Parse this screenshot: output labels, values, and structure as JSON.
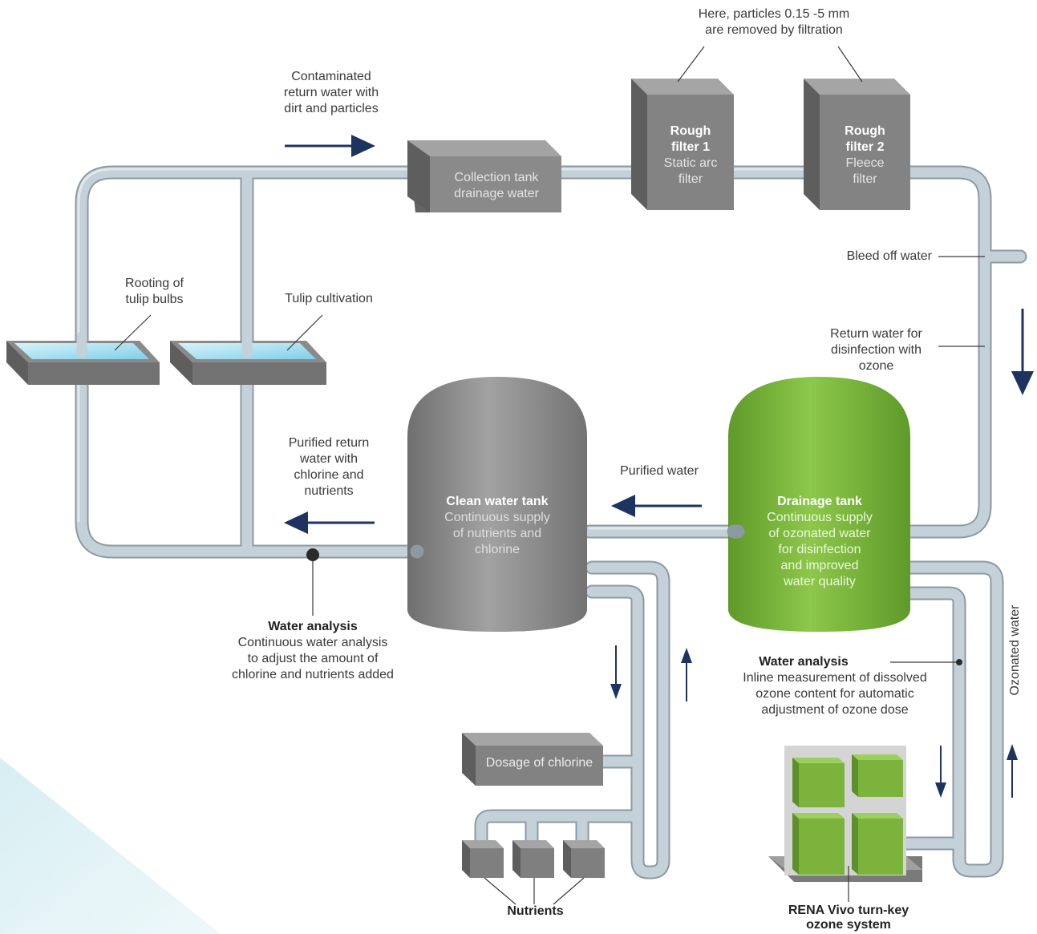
{
  "labels": {
    "contaminated": [
      "Contaminated",
      "return water with",
      "dirt and particles"
    ],
    "filtration_note": [
      "Here, particles 0.15 -5 mm",
      "are removed by filtration"
    ],
    "collection_tank": [
      "Collection tank",
      "drainage water"
    ],
    "rough_filter_1": {
      "title": [
        "Rough",
        "filter 1"
      ],
      "desc": [
        "Static arc",
        "filter"
      ]
    },
    "rough_filter_2": {
      "title": [
        "Rough",
        "filter 2"
      ],
      "desc": [
        "Fleece",
        "filter"
      ]
    },
    "bleed_off": "Bleed off water",
    "return_water": [
      "Return water for",
      "disinfection with",
      "ozone"
    ],
    "rooting": [
      "Rooting of",
      "tulip bulbs"
    ],
    "tulip_cultivation": "Tulip cultivation",
    "purified_return": [
      "Purified return",
      "water with",
      "chlorine and",
      "nutrients"
    ],
    "purified_water": "Purified water",
    "clean_tank": {
      "title": "Clean water tank",
      "desc": [
        "Continuous supply",
        "of nutrients and",
        "chlorine"
      ]
    },
    "drainage_tank": {
      "title": "Drainage tank",
      "desc": [
        "Continuous supply",
        "of ozonated water",
        "for disinfection",
        "and improved",
        "water quality"
      ]
    },
    "water_analysis_left": {
      "title": "Water analysis",
      "desc": [
        "Continuous water analysis",
        "to adjust the amount of",
        "chlorine and nutrients added"
      ]
    },
    "water_analysis_right": {
      "title": "Water analysis",
      "desc": [
        "Inline measurement of dissolved",
        "ozone content for automatic",
        "adjustment of ozone dose"
      ]
    },
    "ozonated_water": "Ozonated water",
    "dosage_chlorine": "Dosage of chlorine",
    "nutrients": "Nutrients",
    "rena": [
      "RENA Vivo turn-key",
      "ozone system"
    ]
  },
  "colors": {
    "pipe": "#c2cfd6",
    "pipe_outline": "#8a9aa3",
    "arrow": "#1d3461",
    "box_front": "#7d7d7d",
    "tank_gray": "#8a8a8a",
    "tank_green": "#7ab53a",
    "ozone_green": "#79ad3a",
    "water": "#a9dff0"
  }
}
